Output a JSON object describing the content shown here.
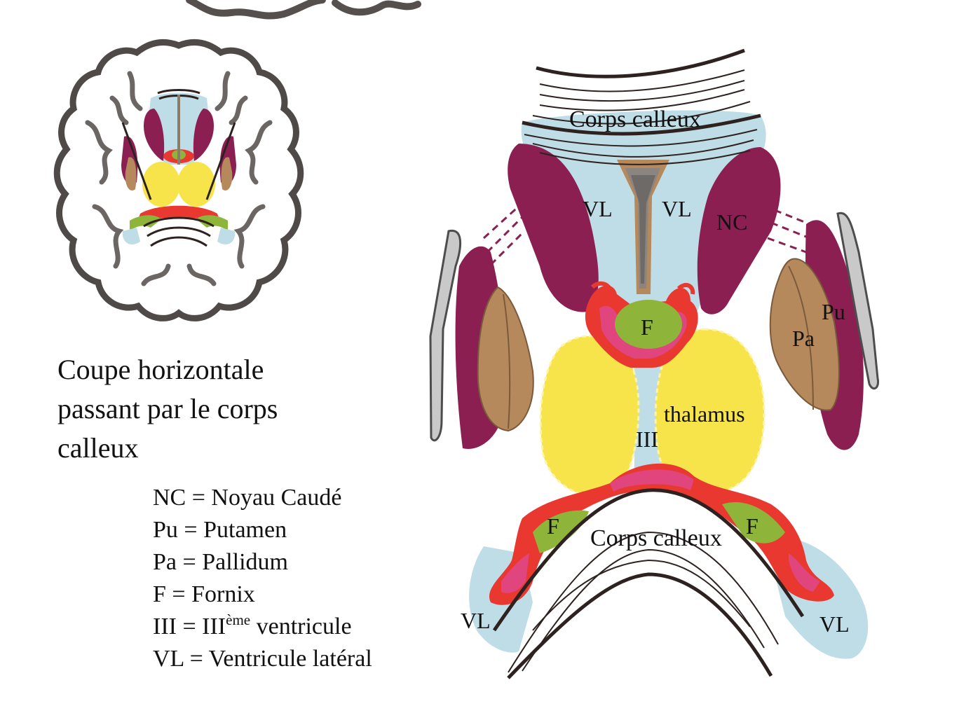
{
  "caption": {
    "line1": "Coupe horizontale",
    "line2": "passant par le corps",
    "line3": "calleux"
  },
  "legend": [
    {
      "key": "NC",
      "eq": "=",
      "text": "Noyau Caudé",
      "sup": ""
    },
    {
      "key": "Pu",
      "eq": "=",
      "text": "Putamen",
      "sup": ""
    },
    {
      "key": "Pa",
      "eq": "=",
      "text": "Pallidum",
      "sup": ""
    },
    {
      "key": "F",
      "eq": "=",
      "text": "Fornix",
      "sup": ""
    },
    {
      "key": "III",
      "eq": "=",
      "text": "III",
      "sup": "ème",
      "text2": " ventricule"
    },
    {
      "key": "VL",
      "eq": "=",
      "text": "Ventricule latéral",
      "sup": ""
    }
  ],
  "diagram_labels": {
    "corps_calleux_top": "Corps calleux",
    "vl_left": "VL",
    "vl_right": "VL",
    "nc": "NC",
    "pu": "Pu",
    "pa": "Pa",
    "f_center": "F",
    "thalamus": "thalamus",
    "iii": "III",
    "f_left": "F",
    "f_right": "F",
    "corps_calleux_bottom": "Corps calleux",
    "vl_bottom_left": "VL",
    "vl_bottom_right": "VL"
  },
  "colors": {
    "ventricle": "#bfdde6",
    "caudate_putamen": "#8c1f52",
    "pallidum": "#b5895c",
    "fornix": "#8fb43a",
    "thalamus": "#f7e44a",
    "plexus_red": "#e8382f",
    "plexus_pink": "#e0457d",
    "outline": "#2e2220",
    "cortex": "#55504e",
    "insula_grey": "#c9c9c9"
  }
}
